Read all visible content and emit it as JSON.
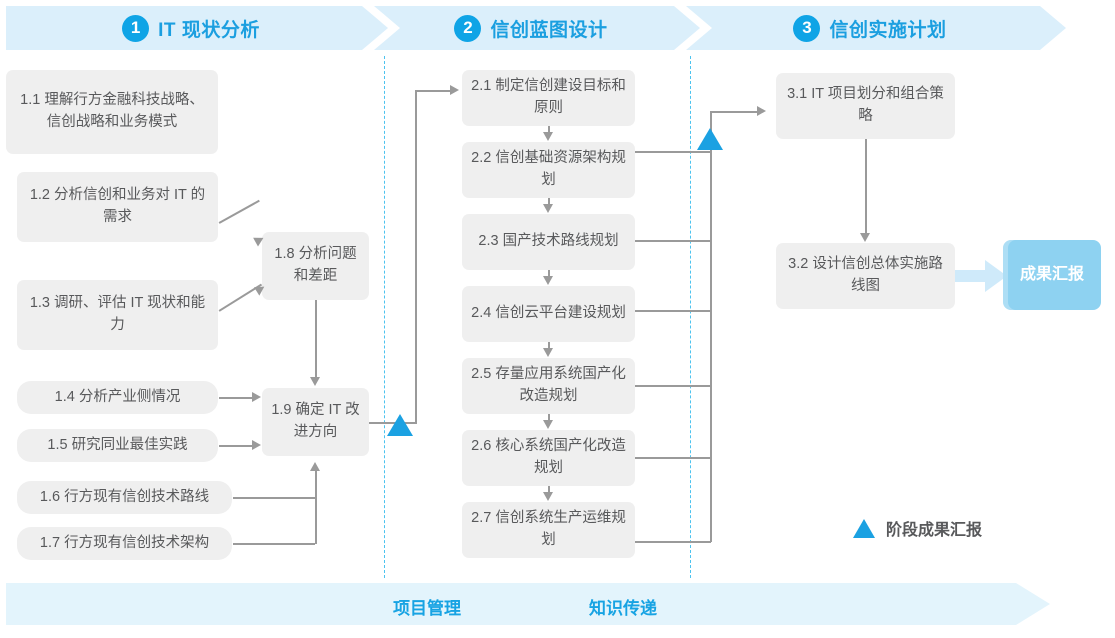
{
  "stages": [
    {
      "number": "1",
      "title": "IT 现状分析"
    },
    {
      "number": "2",
      "title": "信创蓝图设计"
    },
    {
      "number": "3",
      "title": "信创实施计划"
    }
  ],
  "phase1": {
    "inputs": [
      {
        "id": "1.1",
        "label": "1.1 理解行方金融科技战略、信创战略和业务模式"
      },
      {
        "id": "1.2",
        "label": "1.2 分析信创和业务对 IT 的需求"
      },
      {
        "id": "1.3",
        "label": "1.3 调研、评估 IT 现状和能力"
      },
      {
        "id": "1.4",
        "label": "1.4 分析产业侧情况"
      },
      {
        "id": "1.5",
        "label": "1.5 研究同业最佳实践"
      },
      {
        "id": "1.6",
        "label": "1.6 行方现有信创技术路线"
      },
      {
        "id": "1.7",
        "label": "1.7 行方现有信创技术架构"
      }
    ],
    "synthesis": [
      {
        "id": "1.8",
        "label": "1.8 分析问题和差距"
      },
      {
        "id": "1.9",
        "label": "1.9 确定 IT 改进方向"
      }
    ]
  },
  "phase2": {
    "items": [
      {
        "id": "2.1",
        "label": "2.1 制定信创建设目标和原则"
      },
      {
        "id": "2.2",
        "label": "2.2 信创基础资源架构规划"
      },
      {
        "id": "2.3",
        "label": "2.3 国产技术路线规划"
      },
      {
        "id": "2.4",
        "label": "2.4 信创云平台建设规划"
      },
      {
        "id": "2.5",
        "label": "2.5 存量应用系统国产化改造规划"
      },
      {
        "id": "2.6",
        "label": "2.6 核心系统国产化改造规划"
      },
      {
        "id": "2.7",
        "label": "2.7 信创系统生产运维规划"
      }
    ]
  },
  "phase3": {
    "items": [
      {
        "id": "3.1",
        "label": "3.1 IT 项目划分和组合策略"
      },
      {
        "id": "3.2",
        "label": "3.2 设计信创总体实施路线图"
      }
    ],
    "result_badge": "成果汇报"
  },
  "legend": {
    "marker_icon": "blue-triangle-icon",
    "label": "阶段成果汇报"
  },
  "bottom_band": {
    "labels": [
      "项目管理",
      "知识传递"
    ]
  },
  "colors": {
    "accent_blue": "#1ba1e2",
    "header_band": "#dbeffb",
    "bottom_band": "#e3f4fc",
    "box_fill": "#efefef",
    "box_text": "#58595b",
    "badge_fill": "#8ed2f1",
    "connector": "#9a9a9a",
    "dashed_divider": "#4cc3ef"
  }
}
